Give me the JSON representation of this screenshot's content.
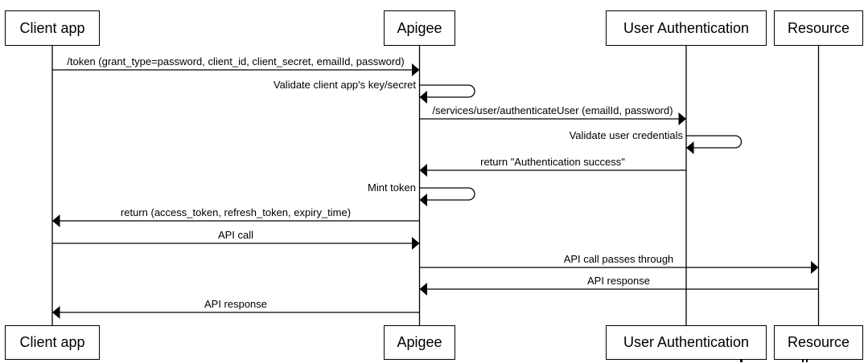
{
  "diagram_type": "uml-sequence",
  "colors": {
    "background": "#ffffff",
    "line": "#000000",
    "text": "#000000"
  },
  "actors": [
    {
      "label": "Client app"
    },
    {
      "label": "Apigee"
    },
    {
      "label": "User Authentication"
    },
    {
      "label": "Resource"
    }
  ],
  "messages": [
    {
      "from": "Client app",
      "to": "Apigee",
      "self": false,
      "label": "/token (grant_type=password, client_id, client_secret, emailId, password)"
    },
    {
      "from": "Apigee",
      "to": "Apigee",
      "self": true,
      "label": "Validate client app's key/secret"
    },
    {
      "from": "Apigee",
      "to": "User Authentication",
      "self": false,
      "label": "/services/user/authenticateUser (emailId, password)"
    },
    {
      "from": "User Authentication",
      "to": "User Authentication",
      "self": true,
      "label": "Validate user credentials"
    },
    {
      "from": "User Authentication",
      "to": "Apigee",
      "self": false,
      "label": "return \"Authentication success\""
    },
    {
      "from": "Apigee",
      "to": "Apigee",
      "self": true,
      "label": "Mint token"
    },
    {
      "from": "Apigee",
      "to": "Client app",
      "self": false,
      "label": "return (access_token, refresh_token, expiry_time)"
    },
    {
      "from": "Client app",
      "to": "Apigee",
      "self": false,
      "label": "API call"
    },
    {
      "from": "Apigee",
      "to": "Resource",
      "self": false,
      "label": "API call passes through"
    },
    {
      "from": "Resource",
      "to": "Apigee",
      "self": false,
      "label": "API response"
    },
    {
      "from": "Apigee",
      "to": "Client app",
      "self": false,
      "label": "API response"
    }
  ]
}
